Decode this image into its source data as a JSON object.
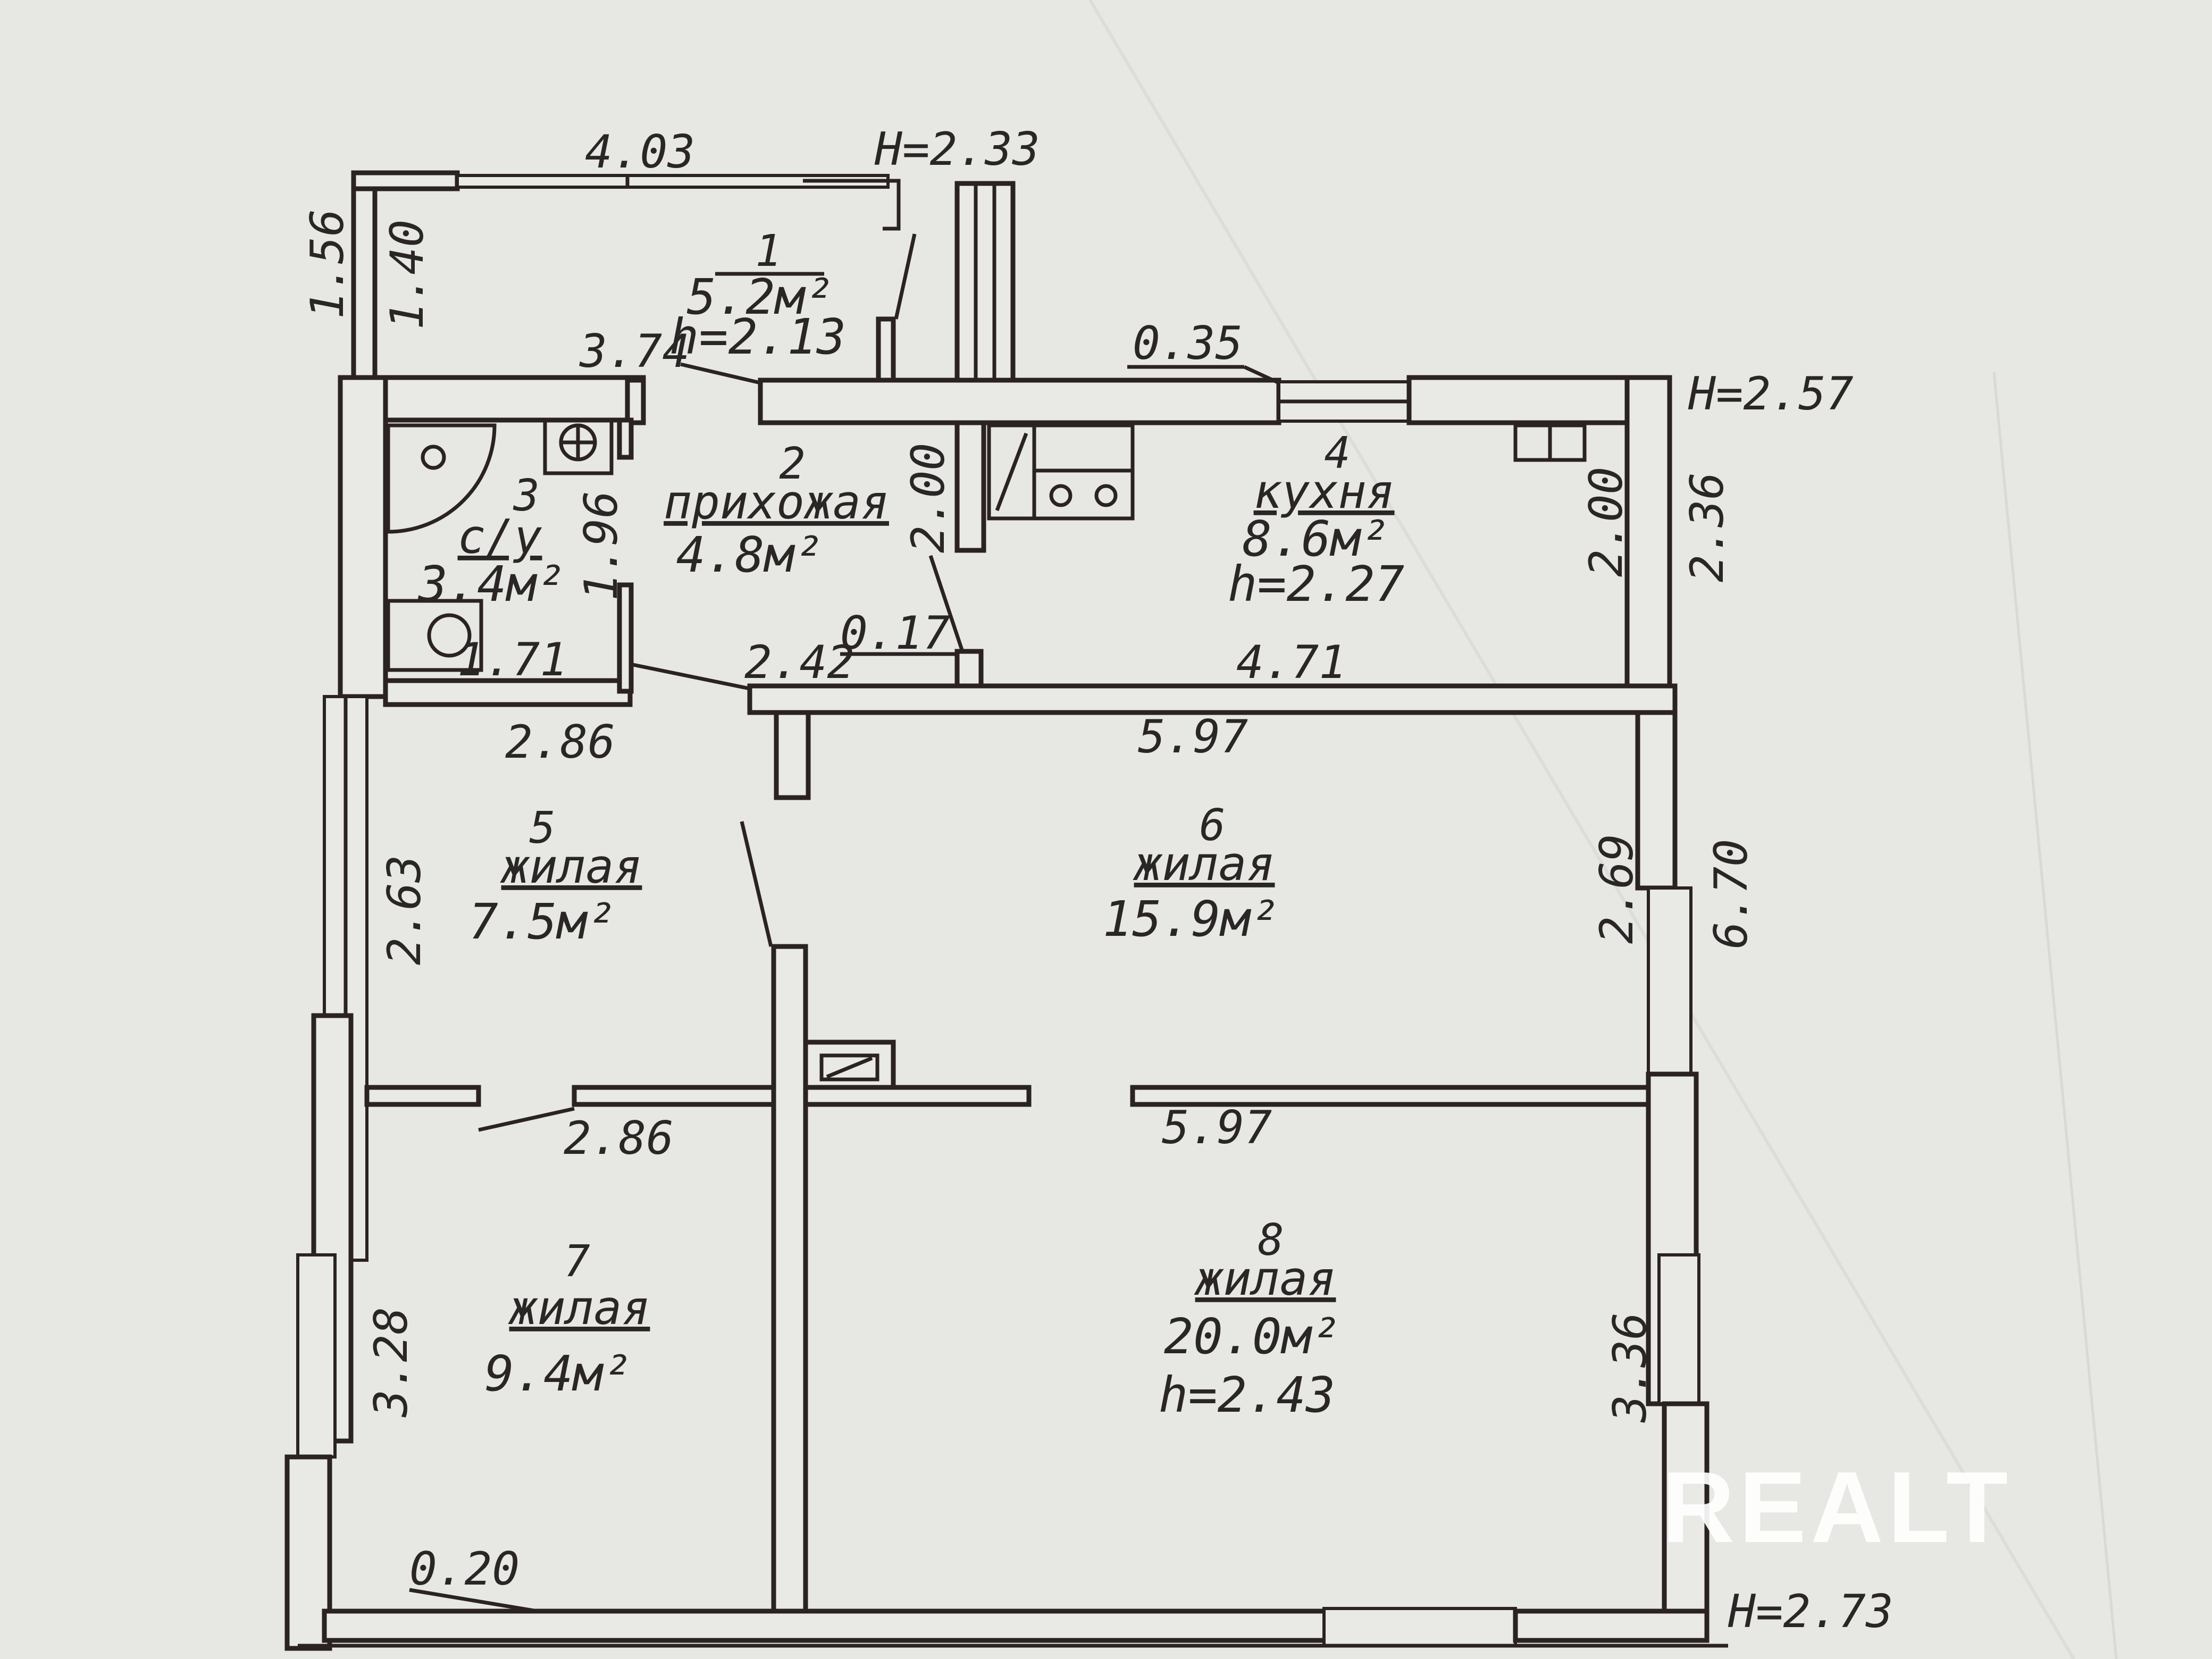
{
  "rooms": [
    {
      "num": "1",
      "name": "",
      "area": "5.2м²",
      "height": "h=2.13"
    },
    {
      "num": "2",
      "name": "прихожая",
      "area": "4.8м²",
      "height": ""
    },
    {
      "num": "3",
      "name": "с/у",
      "area": "3.4м²",
      "height": ""
    },
    {
      "num": "4",
      "name": "кухня",
      "area": "8.6м²",
      "height": "h=2.27"
    },
    {
      "num": "5",
      "name": "жилая",
      "area": "7.5м²",
      "height": ""
    },
    {
      "num": "6",
      "name": "жилая",
      "area": "15.9м²",
      "height": ""
    },
    {
      "num": "7",
      "name": "жилая",
      "area": "9.4м²",
      "height": ""
    },
    {
      "num": "8",
      "name": "жилая",
      "area": "20.0м²",
      "height": "h=2.43"
    }
  ],
  "ceiling_heights": [
    "H=2.33",
    "H=2.57",
    "H=2.73"
  ],
  "dimensions": {
    "d403": "4.03",
    "d156": "1.56",
    "d140": "1.40",
    "d374": "3.74",
    "d035": "0.35",
    "d200a": "2.00",
    "d200b": "2.00",
    "d236": "2.36",
    "d196": "1.96",
    "d171": "1.71",
    "d017": "0.17",
    "d242": "2.42",
    "d471": "4.71",
    "d286a": "2.86",
    "d597a": "5.97",
    "d263": "2.63",
    "d269": "2.69",
    "d670": "6.70",
    "d286b": "2.86",
    "d597b": "5.97",
    "d328": "3.28",
    "d336": "3.36",
    "d020": "0.20"
  },
  "watermark": "REALT",
  "colors": {
    "paper": "#e7e7e4",
    "ink": "#2b2222"
  }
}
